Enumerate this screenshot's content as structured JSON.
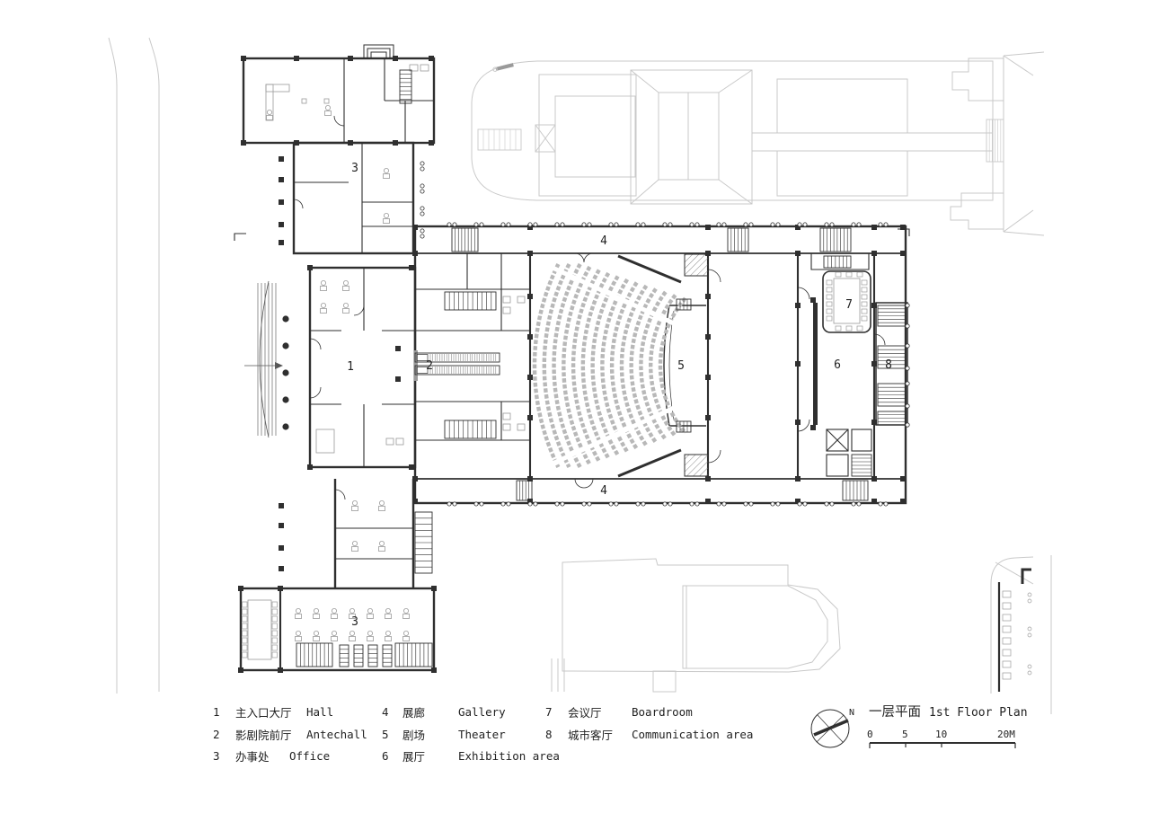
{
  "legend": {
    "items": [
      {
        "num": "1",
        "cn": "主入口大厅",
        "en": "Hall"
      },
      {
        "num": "2",
        "cn": "影剧院前厅",
        "en": "Antechall"
      },
      {
        "num": "3",
        "cn": "办事处",
        "en": "Office"
      },
      {
        "num": "4",
        "cn": "展廊",
        "en": "Gallery"
      },
      {
        "num": "5",
        "cn": "剧场",
        "en": "Theater"
      },
      {
        "num": "6",
        "cn": "展厅",
        "en": "Exhibition area"
      },
      {
        "num": "7",
        "cn": "会议厅",
        "en": "Boardroom"
      },
      {
        "num": "8",
        "cn": "城市客厅",
        "en": "Communication area"
      }
    ]
  },
  "titleblock": {
    "title_cn": "一层平面",
    "title_en": "1st Floor Plan",
    "north_label": "N",
    "scale_ticks": [
      "0",
      "5",
      "10",
      "20M"
    ]
  },
  "colors": {
    "line": "#2f2f2f",
    "context": "#c9c9c9",
    "mid": "#9a9a9a",
    "seats": "#b8b8b8"
  }
}
